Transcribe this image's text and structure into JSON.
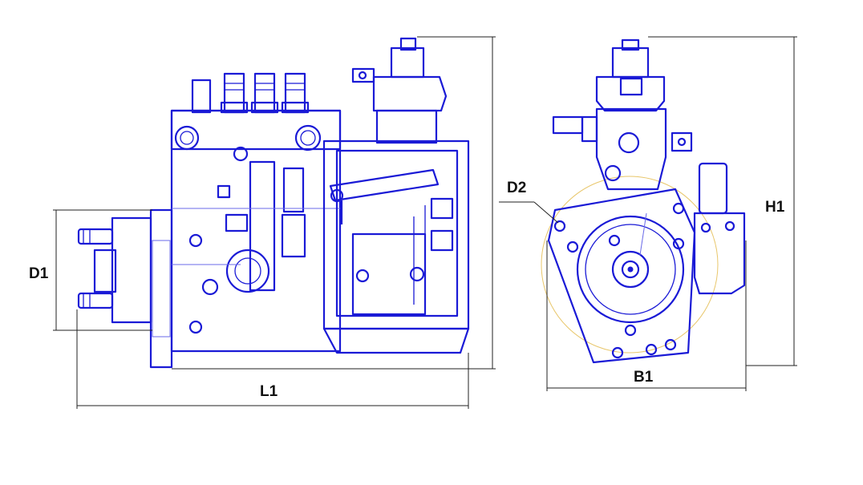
{
  "dimensions": {
    "d1": "D1",
    "d2": "D2",
    "l1": "L1",
    "h1": "H1",
    "b1": "B1"
  },
  "colors": {
    "drawing": "#1a1ad6",
    "dimension_lines": "#222222",
    "labels": "#111111",
    "highlight": "#e8c66a"
  }
}
